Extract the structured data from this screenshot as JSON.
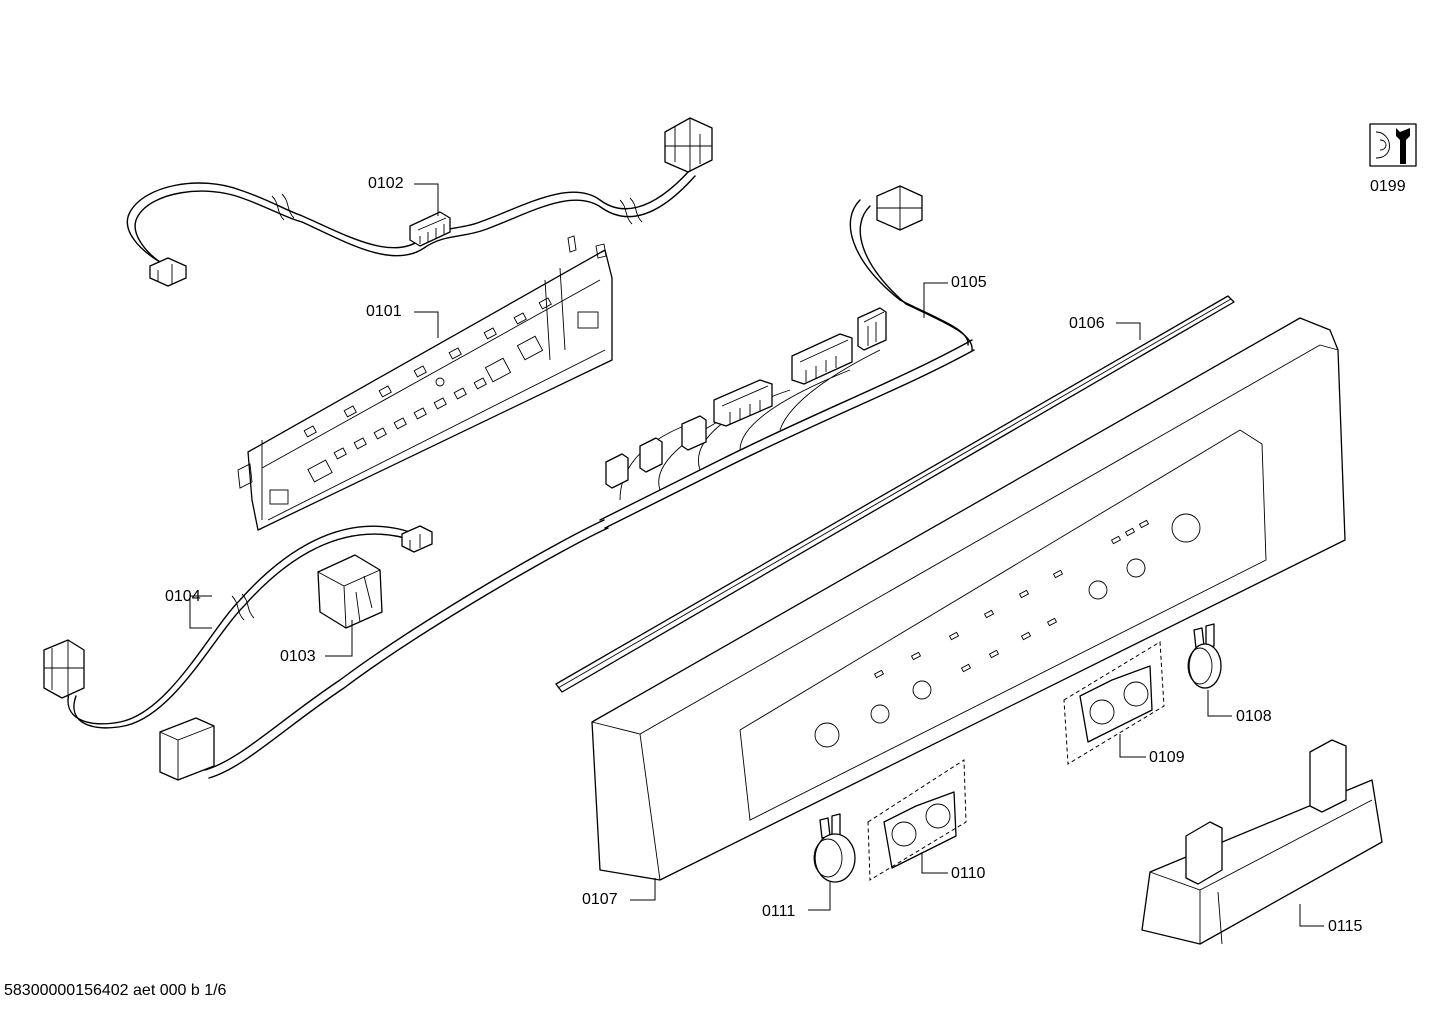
{
  "parts": [
    {
      "id": "p0101",
      "number": "0101"
    },
    {
      "id": "p0102",
      "number": "0102"
    },
    {
      "id": "p0103",
      "number": "0103"
    },
    {
      "id": "p0104",
      "number": "0104"
    },
    {
      "id": "p0105",
      "number": "0105"
    },
    {
      "id": "p0106",
      "number": "0106"
    },
    {
      "id": "p0107",
      "number": "0107"
    },
    {
      "id": "p0108",
      "number": "0108"
    },
    {
      "id": "p0109",
      "number": "0109"
    },
    {
      "id": "p0110",
      "number": "0110"
    },
    {
      "id": "p0111",
      "number": "0111"
    },
    {
      "id": "p0115",
      "number": "0115"
    },
    {
      "id": "p0199",
      "number": "0199"
    }
  ],
  "footer": {
    "document_code": "58300000156402 aet 000 b 1/6"
  },
  "icons": {
    "service_tool": "wrench-service-icon"
  }
}
